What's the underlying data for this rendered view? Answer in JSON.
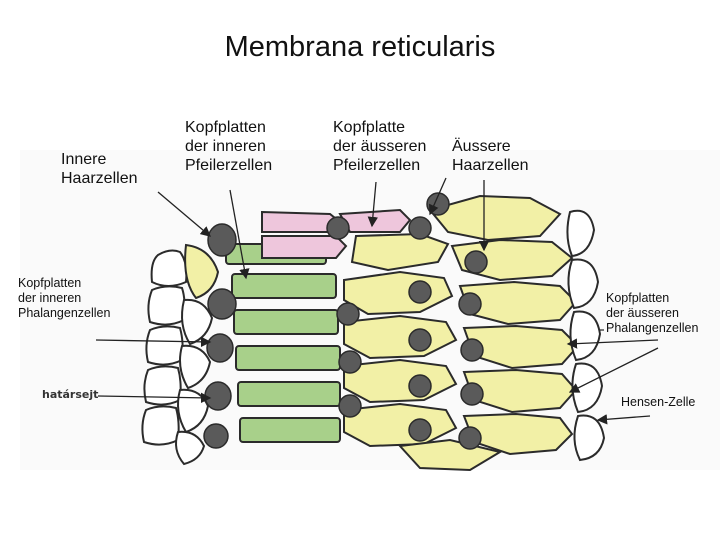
{
  "title": "Membrana reticularis",
  "labels": {
    "inner_hair_cells": "Innere\nHaarzellen",
    "inner_pillar_heads": "Kopfplatten\nder inneren\nPfeilerzellen",
    "outer_pillar_head": "Kopfplatte\nder äusseren\n Pfeilerzellen",
    "outer_hair_cells": "Äussere\nHaarzellen",
    "inner_phalangeal_heads": "Kopfplatten\nder inneren\nPhalangenzellen",
    "outer_phalangeal_heads": "Kopfplatten\nder äusseren\nPhalangenzellen",
    "border_cell": "határsejt",
    "hensen_cell": "Hensen-Zelle"
  },
  "colors": {
    "green": "#a8d08a",
    "pink": "#eec6dc",
    "yellow": "#f2f0a6",
    "dark": "#5a5a5a",
    "white": "#ffffff",
    "outline": "#2b2b2b"
  }
}
